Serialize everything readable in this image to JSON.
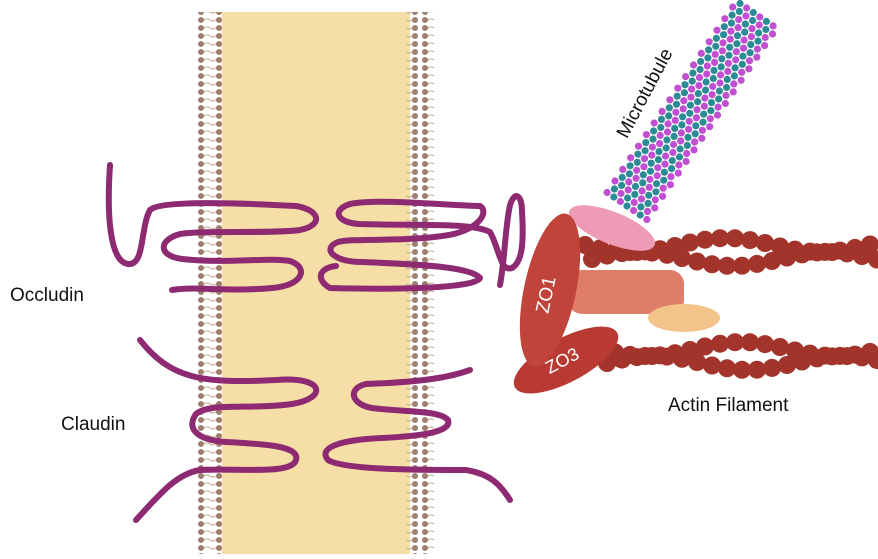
{
  "labels": {
    "occludin": "Occludin",
    "claudin": "Claudin",
    "microtubule": "Microtubule",
    "actin": "Actin Filament",
    "zo1": "ZO1",
    "zo3": "ZO3"
  },
  "colors": {
    "background": "#ffffff",
    "intercellular_space": "#f6dfa6",
    "lipid_head": "#9e7f6d",
    "lipid_tail": "#c9b79b",
    "protein_strand": "#8e2a72",
    "actin_bead": "#a3342b",
    "microtubule_teal": "#2c8c95",
    "microtubule_magenta": "#c04fd2",
    "zo1": "#c0443a",
    "zo3": "#b93a33",
    "pink_adapter": "#ee9bb6",
    "salmon_adapter": "#e07d68",
    "peach_adapter": "#f3c48a"
  }
}
